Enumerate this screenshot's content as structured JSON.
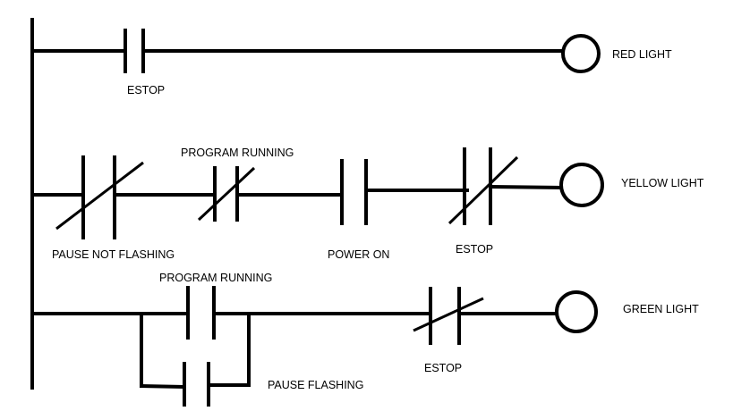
{
  "rungs": [
    {
      "contacts": [
        {
          "label": "ESTOP",
          "type": "normally-open"
        }
      ],
      "output": {
        "label": "RED LIGHT",
        "type": "coil"
      }
    },
    {
      "contacts": [
        {
          "label": "PAUSE NOT FLASHING",
          "type": "normally-closed"
        },
        {
          "label": "PROGRAM RUNNING",
          "type": "normally-closed"
        },
        {
          "label": "POWER ON",
          "type": "normally-open"
        },
        {
          "label": "ESTOP",
          "type": "normally-closed"
        }
      ],
      "output": {
        "label": "YELLOW LIGHT",
        "type": "coil"
      }
    },
    {
      "contacts": [
        {
          "label": "PROGRAM RUNNING",
          "type": "normally-open"
        },
        {
          "label": "PAUSE FLASHING",
          "type": "normally-open",
          "branch": "parallel"
        },
        {
          "label": "ESTOP",
          "type": "normally-closed"
        }
      ],
      "output": {
        "label": "GREEN LIGHT",
        "type": "coil"
      }
    }
  ]
}
